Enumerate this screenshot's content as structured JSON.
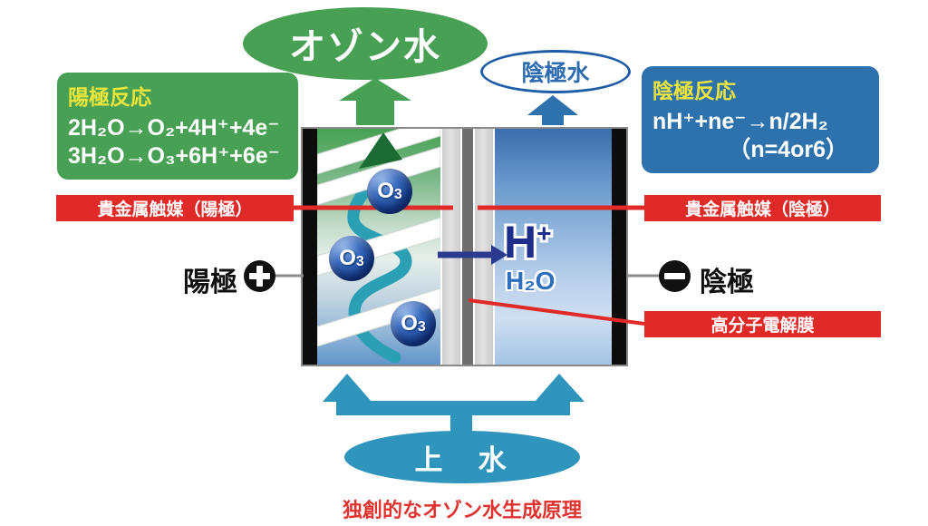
{
  "caption": "独創的なオゾン水生成原理",
  "outputs": {
    "ozone_water": "オゾン水",
    "cathode_water": "陰極水"
  },
  "anode_box": {
    "title": "陽極反応",
    "line1": "2H₂O→O₂+4H⁺+4e⁻",
    "line2": "3H₂O→O₃+6H⁺+6e⁻"
  },
  "cathode_box": {
    "title": "陰極反応",
    "line1": "nH⁺+ne⁻→n/2H₂",
    "line2": "（n=4or6）"
  },
  "callouts": {
    "catalyst_anode": "貴金属触媒（陽極）",
    "catalyst_cathode": "貴金属触媒（陰極）",
    "membrane": "高分子電解膜"
  },
  "electrodes": {
    "anode": "陽極",
    "cathode": "陰極"
  },
  "cell": {
    "o": "O",
    "o_sub": "3",
    "h": "H",
    "h_sup": "+",
    "h2o": "H₂O"
  },
  "input": {
    "tap_water": "上　水"
  },
  "icons": {
    "anode_polarity": "plus-icon",
    "cathode_polarity": "minus-icon"
  },
  "colors": {
    "green": "#47A053",
    "dark_green": "#1C6A34",
    "box_blue": "#2D72AD",
    "water_cyan": "#2F95BD",
    "spiral_teal": "#2BA0B5",
    "callout_red": "#E02A28",
    "title_yellow": "#EDE53C",
    "h_navy": "#1D2F8A",
    "h2o_blue": "#2E6FBE",
    "ball_blue": "#16418F",
    "cathode_water_blue": "#2E6CB0"
  }
}
